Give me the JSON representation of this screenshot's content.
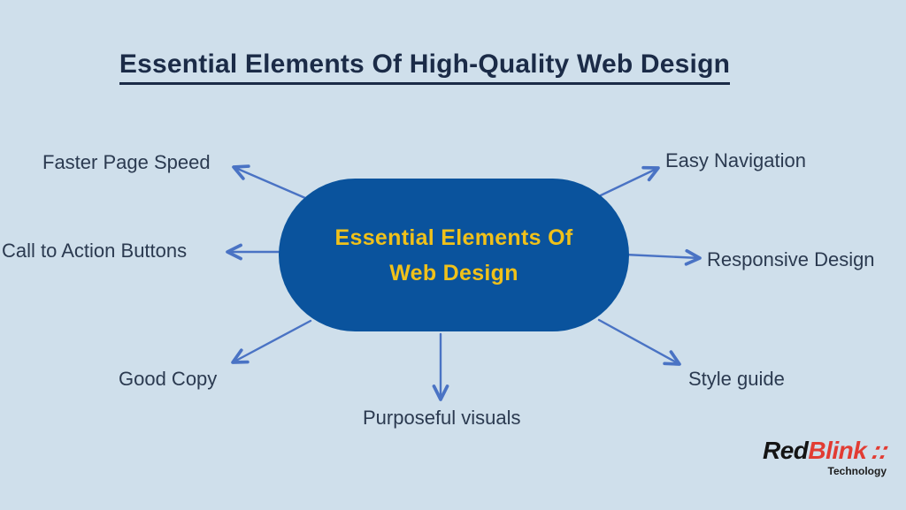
{
  "title": "Essential Elements Of High-Quality Web Design",
  "diagram": {
    "type": "mindmap",
    "center": {
      "label_line1": "Essential Elements Of",
      "label_line2": "Web Design"
    },
    "nodes": [
      {
        "text": "Faster Page Speed",
        "position": "top-left"
      },
      {
        "text": "Easy Navigation",
        "position": "top-right"
      },
      {
        "text": "Call to Action Buttons",
        "position": "left"
      },
      {
        "text": "Responsive Design",
        "position": "right"
      },
      {
        "text": "Good Copy",
        "position": "bottom-left"
      },
      {
        "text": "Purposeful visuals",
        "position": "bottom-center"
      },
      {
        "text": "Style guide",
        "position": "bottom-right"
      }
    ],
    "connections": "arrows point outward from the center node to each surrounding node"
  },
  "logo": {
    "part1": "Red",
    "part2": "Blink",
    "mark": "::",
    "tagline": "Technology"
  },
  "colors": {
    "background": "#cfdfeb",
    "center_fill": "#0a539d",
    "center_text": "#f0c11a",
    "title_text": "#1b2b47",
    "node_text": "#2b3a50",
    "arrow": "#4a73c4",
    "logo_red": "#e23c33",
    "logo_black": "#141414"
  }
}
